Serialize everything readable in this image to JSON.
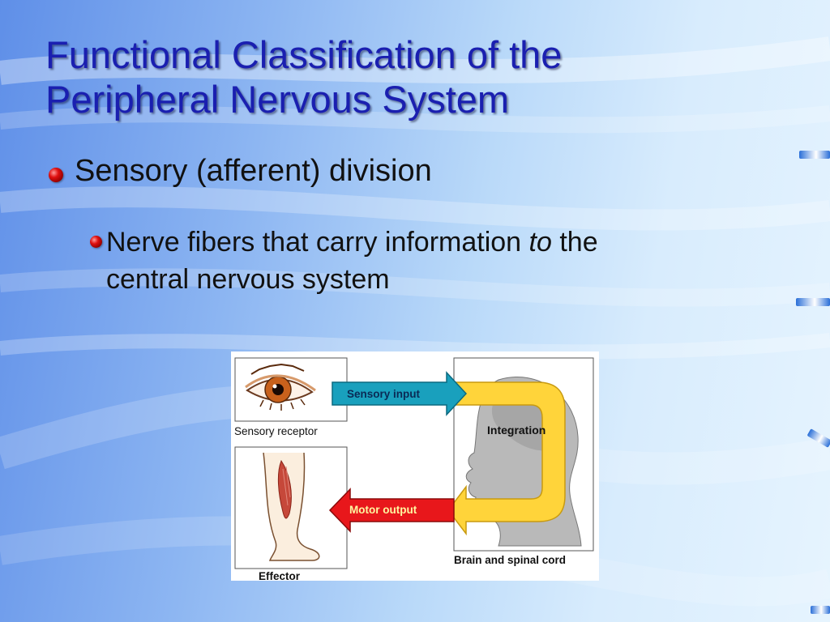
{
  "slide": {
    "title_line1": "Functional Classification of the",
    "title_line2": "Peripheral Nervous System",
    "bullet1": "Sensory (afferent) division",
    "bullet2_part1": "Nerve fibers that carry information ",
    "bullet2_italic": "to",
    "bullet2_part2": " the",
    "bullet2_line2": "central nervous system"
  },
  "figure": {
    "sensory_receptor": "Sensory receptor",
    "sensory_input": "Sensory input",
    "integration": "Integration",
    "motor_output": "Motor output",
    "effector": "Effector",
    "brain": "Brain and spinal cord"
  },
  "colors": {
    "title": "#1a1fb0",
    "sensory_arrow": "#19a0bd",
    "motor_arrow": "#e8171b",
    "integration_loop": "#ffd43a"
  }
}
